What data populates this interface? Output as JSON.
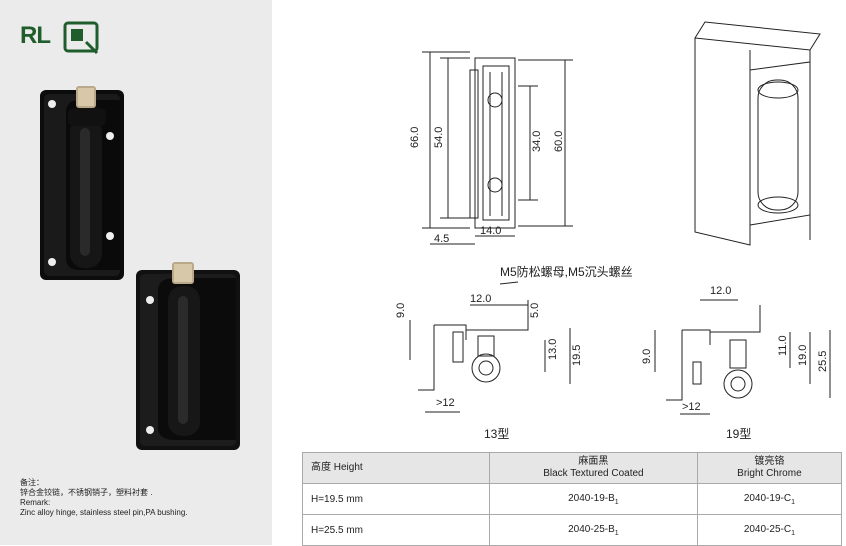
{
  "logo": {
    "text": "RL"
  },
  "remark": {
    "cn_title": "备注：",
    "cn_text": "锌合金铰链，不锈钢销子，塑料衬套 .",
    "en_title": "Remark:",
    "en_text": "Zinc alloy hinge, stainless steel pin,PA bushing."
  },
  "drawing_dims": {
    "d66": "66.0",
    "d54": "54.0",
    "d34": "34.0",
    "d60": "60.0",
    "d45": "4.5",
    "d14": "14.0",
    "note": "M5防松螺母,M5沉头螺丝",
    "s13_9": "9.0",
    "s13_12": "12.0",
    "s13_5": "5.0",
    "s13_13": "13.0",
    "s13_195": "19.5",
    "s13_gt12": ">12",
    "s19_12": "12.0",
    "s19_11": "11.0",
    "s19_19": "19.0",
    "s19_255": "25.5",
    "s19_9": "9.0",
    "s19_gt12": ">12"
  },
  "captions": {
    "type13": "13型",
    "type19": "19型"
  },
  "table": {
    "headers": [
      {
        "line1": "高度 Height",
        "line2": ""
      },
      {
        "line1": "麻面黑",
        "line2": "Black Textured Coated"
      },
      {
        "line1": "镀亮铬",
        "line2": "Bright Chrome"
      }
    ],
    "rows": [
      {
        "height": "H=19.5 mm",
        "black": "2040-19-B",
        "chrome": "2040-19-C",
        "sub": "1"
      },
      {
        "height": "H=25.5 mm",
        "black": "2040-25-B",
        "chrome": "2040-25-C",
        "sub": "1"
      }
    ]
  }
}
